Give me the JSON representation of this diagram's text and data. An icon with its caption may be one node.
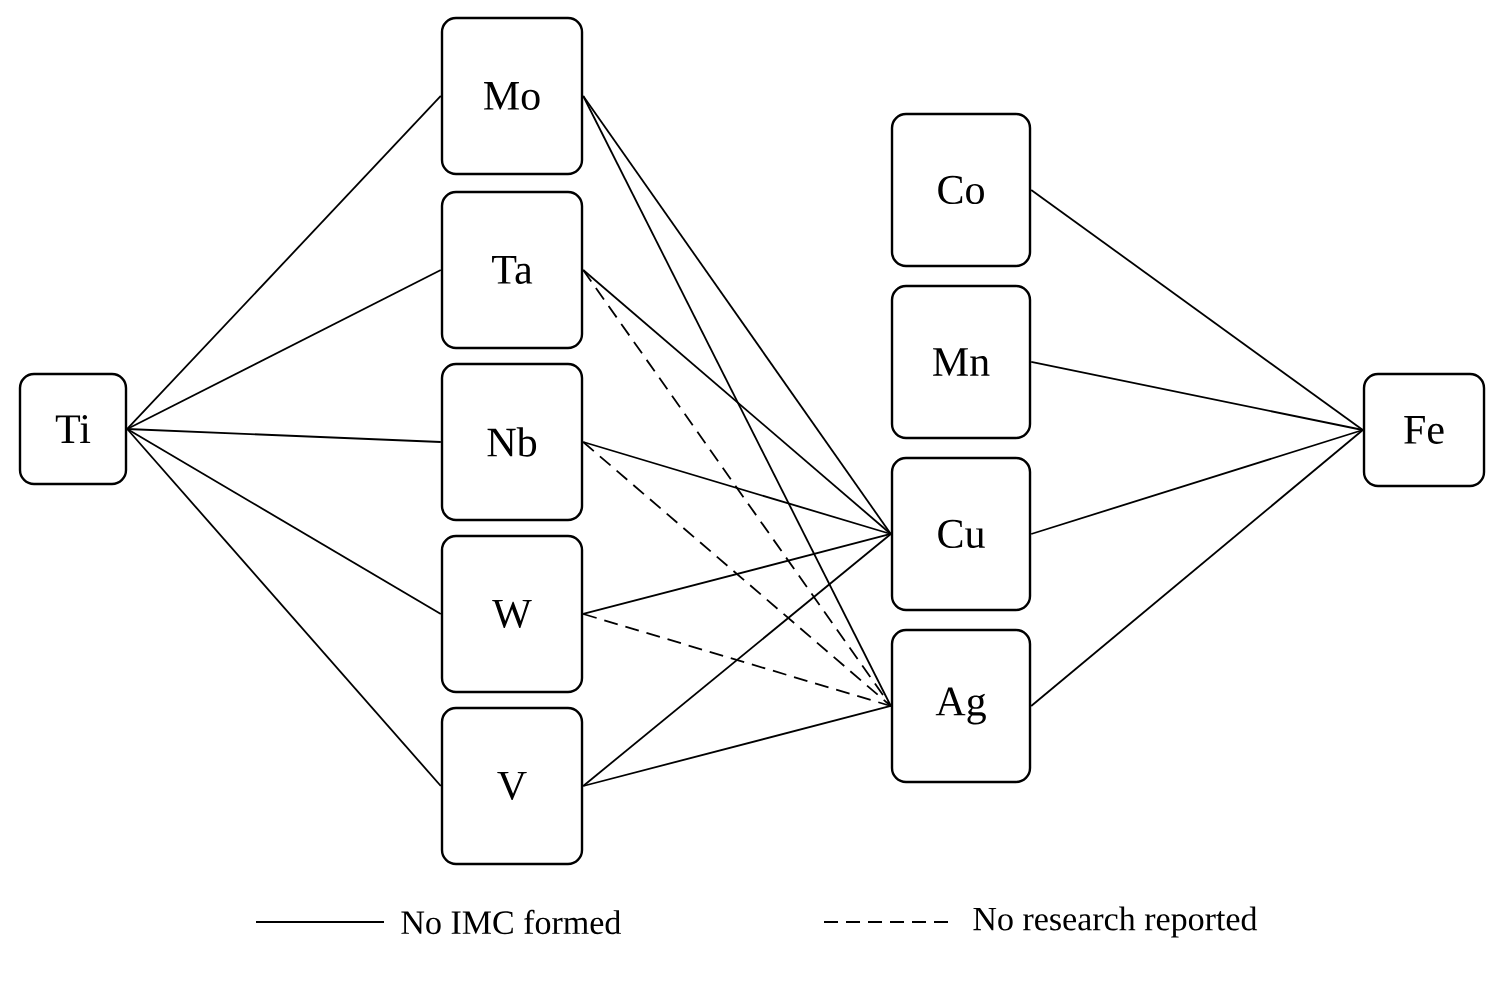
{
  "diagram": {
    "nodes": [
      {
        "text": [
          "Ti"
        ]
      },
      {
        "text": [
          "Mo"
        ]
      },
      {
        "text": [
          "Ta"
        ]
      },
      {
        "text": [
          "Nb"
        ]
      },
      {
        "text": [
          "W"
        ]
      },
      {
        "text": [
          "V"
        ]
      },
      {
        "text": [
          "Co"
        ]
      },
      {
        "text": [
          "Mn"
        ]
      },
      {
        "text": [
          "Cu"
        ]
      },
      {
        "text": [
          "Ag"
        ]
      },
      {
        "text": [
          "Fe"
        ]
      }
    ],
    "edges": [
      {
        "from": 0,
        "to": 1,
        "arrow": "none"
      },
      {
        "from": 0,
        "to": 2,
        "arrow": "none"
      },
      {
        "from": 0,
        "to": 3,
        "arrow": "none"
      },
      {
        "from": 0,
        "to": 4,
        "arrow": "none"
      },
      {
        "from": 0,
        "to": 5,
        "arrow": "none"
      },
      {
        "from": 1,
        "to": 8,
        "arrow": "none"
      },
      {
        "from": 1,
        "to": 9,
        "arrow": "none"
      },
      {
        "from": 2,
        "to": 8,
        "arrow": "none"
      },
      {
        "from": 2,
        "to": 9,
        "arrow": "none",
        "style": "dashed"
      },
      {
        "from": 3,
        "to": 8,
        "arrow": "none"
      },
      {
        "from": 3,
        "to": 9,
        "arrow": "none",
        "style": "dashed"
      },
      {
        "from": 4,
        "to": 8,
        "arrow": "none"
      },
      {
        "from": 4,
        "to": 9,
        "arrow": "none",
        "style": "dashed"
      },
      {
        "from": 5,
        "to": 8,
        "arrow": "none"
      },
      {
        "from": 5,
        "to": 9,
        "arrow": "none"
      },
      {
        "from": 6,
        "to": 10,
        "arrow": "none"
      },
      {
        "from": 7,
        "to": 10,
        "arrow": "none"
      },
      {
        "from": 8,
        "to": 10,
        "arrow": "none"
      },
      {
        "from": 9,
        "to": 10,
        "arrow": "none"
      }
    ],
    "legend": [
      {
        "text": "No IMC formed"
      },
      {
        "text": "No research reported"
      }
    ]
  }
}
